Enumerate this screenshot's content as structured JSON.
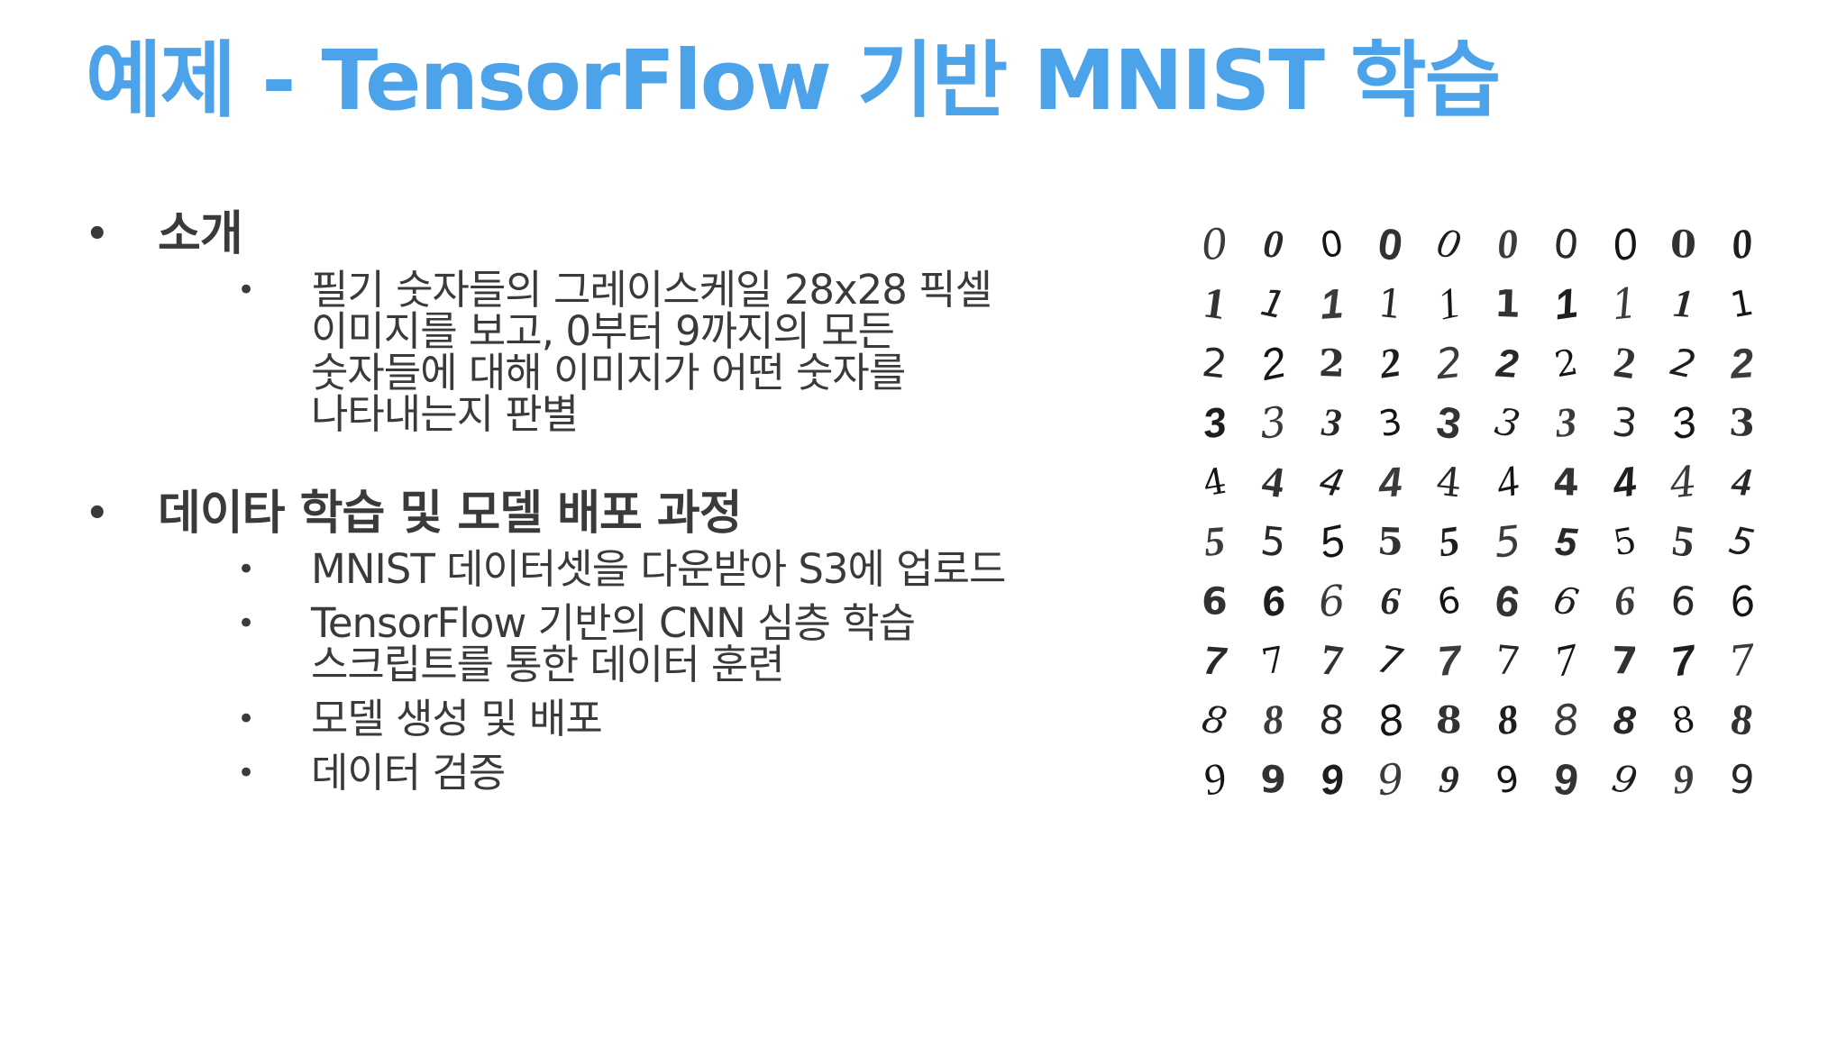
{
  "title": "예제 - TensorFlow 기반 MNIST 학습",
  "sections": [
    {
      "heading": "소개",
      "items": [
        "필기 숫자들의 그레이스케일 28x28 픽셀\n이미지를 보고, 0부터 9까지의 모든\n숫자들에 대해 이미지가 어떤 숫자를\n나타내는지 판별"
      ]
    },
    {
      "heading": "데이타 학습 및 모델 배포 과정",
      "items": [
        "MNIST 데이터셋을 다운받아 S3에 업로드",
        "TensorFlow 기반의 CNN 심층 학습\n스크립트를 통한 데이터 훈련",
        "모델 생성 및 배포",
        "데이터 검증"
      ]
    }
  ],
  "bullet_glyph": "•",
  "image": {
    "name": "mnist-digit-samples",
    "rows": [
      [
        "0",
        "0",
        "0",
        "0",
        "0",
        "0",
        "0",
        "0",
        "0",
        "0"
      ],
      [
        "1",
        "1",
        "1",
        "1",
        "1",
        "1",
        "1",
        "1",
        "1",
        "1"
      ],
      [
        "2",
        "2",
        "2",
        "2",
        "2",
        "2",
        "2",
        "2",
        "2",
        "2"
      ],
      [
        "3",
        "3",
        "3",
        "3",
        "3",
        "3",
        "3",
        "3",
        "3",
        "3"
      ],
      [
        "4",
        "4",
        "4",
        "4",
        "4",
        "4",
        "4",
        "4",
        "4",
        "4"
      ],
      [
        "5",
        "5",
        "5",
        "5",
        "5",
        "5",
        "5",
        "5",
        "5",
        "5"
      ],
      [
        "6",
        "6",
        "6",
        "6",
        "6",
        "6",
        "6",
        "6",
        "6",
        "6"
      ],
      [
        "7",
        "7",
        "7",
        "7",
        "7",
        "7",
        "7",
        "7",
        "7",
        "7"
      ],
      [
        "8",
        "8",
        "8",
        "8",
        "8",
        "8",
        "8",
        "8",
        "8",
        "8"
      ],
      [
        "9",
        "9",
        "9",
        "9",
        "9",
        "9",
        "9",
        "9",
        "9",
        "9"
      ]
    ]
  },
  "colors": {
    "title": "#4da3ea",
    "text": "#3a3a3a",
    "background": "#ffffff"
  }
}
